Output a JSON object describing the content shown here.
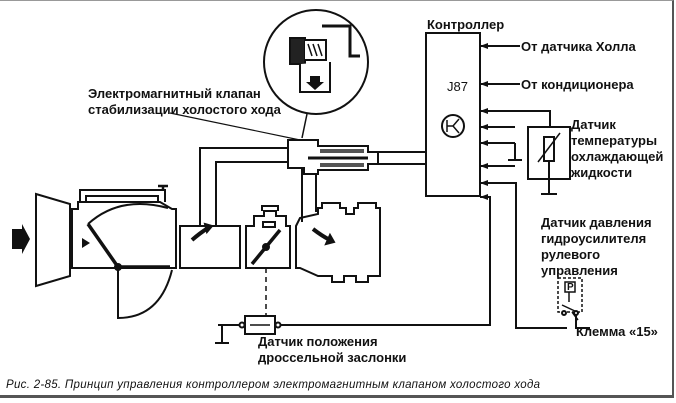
{
  "labels": {
    "controller": "Контроллер",
    "hall_sensor": "От датчика Холла",
    "air_conditioner": "От кондиционера",
    "idle_valve_line1": "Электромагнитный клапан",
    "idle_valve_line2": "стабилизации холостого хода",
    "coolant_sensor_line1": "Датчик",
    "coolant_sensor_line2": "температуры",
    "coolant_sensor_line3": "охлаждающей",
    "coolant_sensor_line4": "жидкости",
    "ps_sensor_line1": "Датчик давления",
    "ps_sensor_line2": "гидроусилителя",
    "ps_sensor_line3": "рулевого",
    "ps_sensor_line4": "управления",
    "terminal": "Клемма «15»",
    "throttle_sensor_line1": "Датчик положения",
    "throttle_sensor_line2": "дроссельной заслонки",
    "controller_code": "J87",
    "pressure_symbol": "P"
  },
  "caption": "Рис. 2-85. Принцип управления контроллером электромагнитным клапаном холостого хода"
}
